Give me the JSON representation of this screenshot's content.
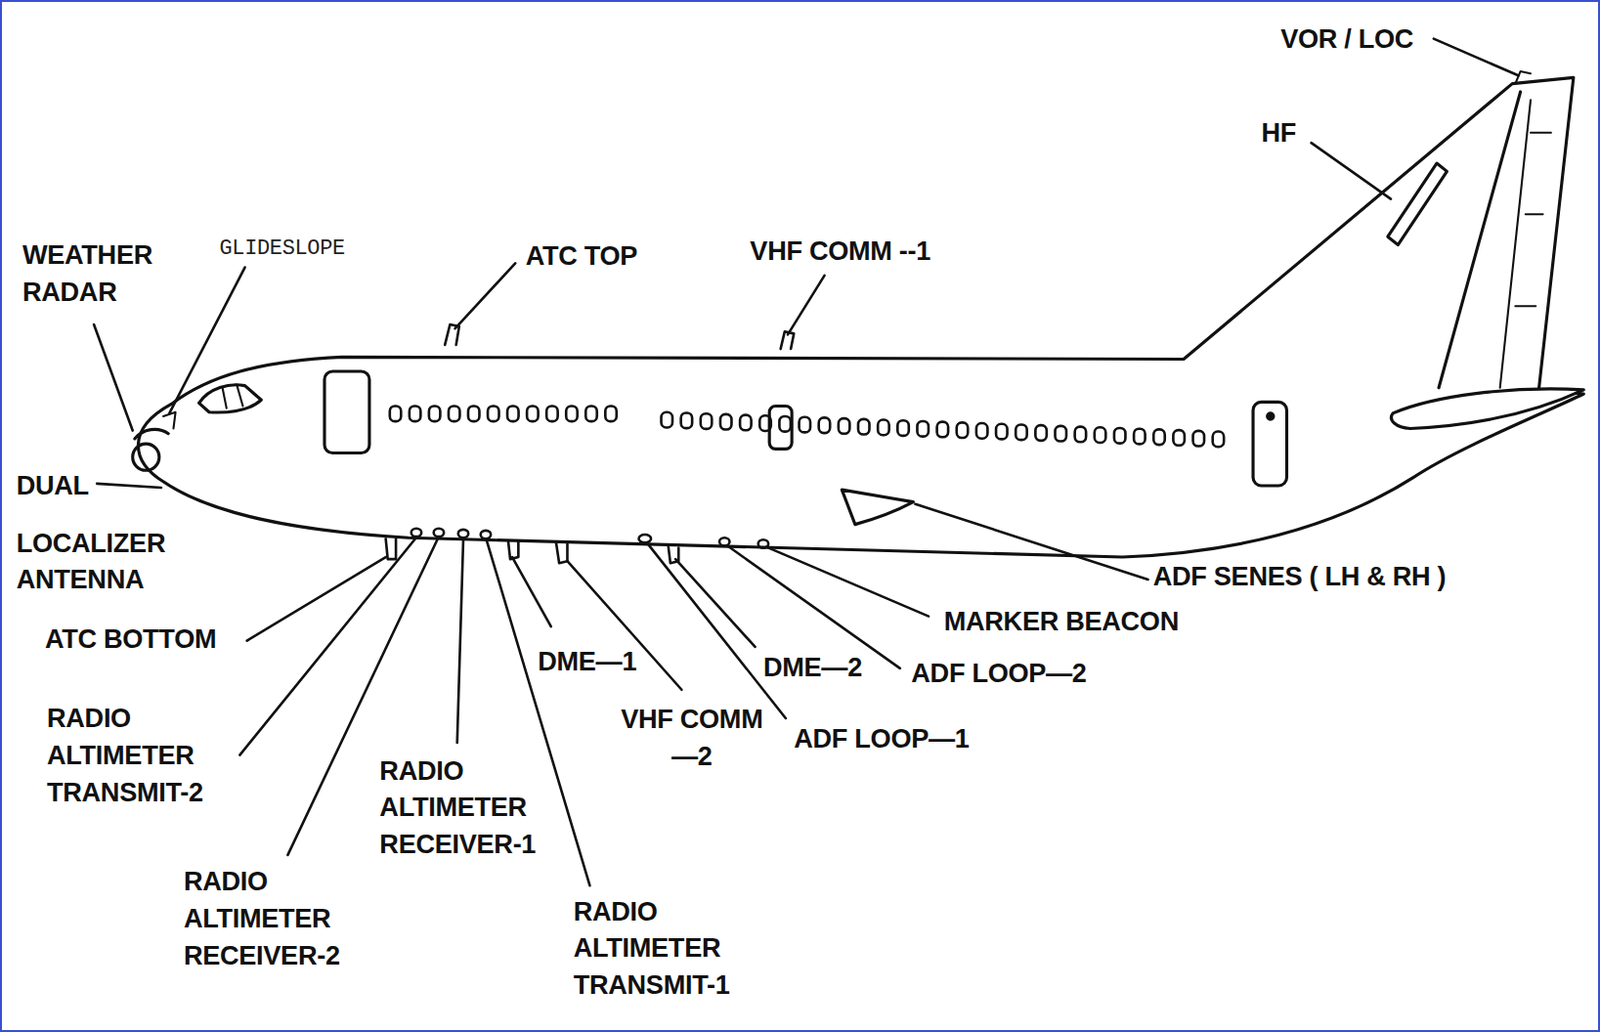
{
  "diagram": {
    "labels": [
      "VOR / LOC",
      "HF",
      "WEATHER RADAR",
      "GLIDESLOPE",
      "ATC TOP",
      "VHF COMM --1",
      "DUAL",
      "LOCALIZER ANTENNA",
      "ATC BOTTOM",
      "RADIO ALTIMETER TRANSMIT-2",
      "RADIO ALTIMETER RECEIVER-2",
      "RADIO ALTIMETER RECEIVER-1",
      "RADIO ALTIMETER TRANSMIT-1",
      "DME—1",
      "VHF COMM—2",
      "DME—2",
      "ADF LOOP—1",
      "ADF LOOP—2",
      "MARKER BEACON",
      "ADF SENES ( LH & RH )"
    ]
  }
}
